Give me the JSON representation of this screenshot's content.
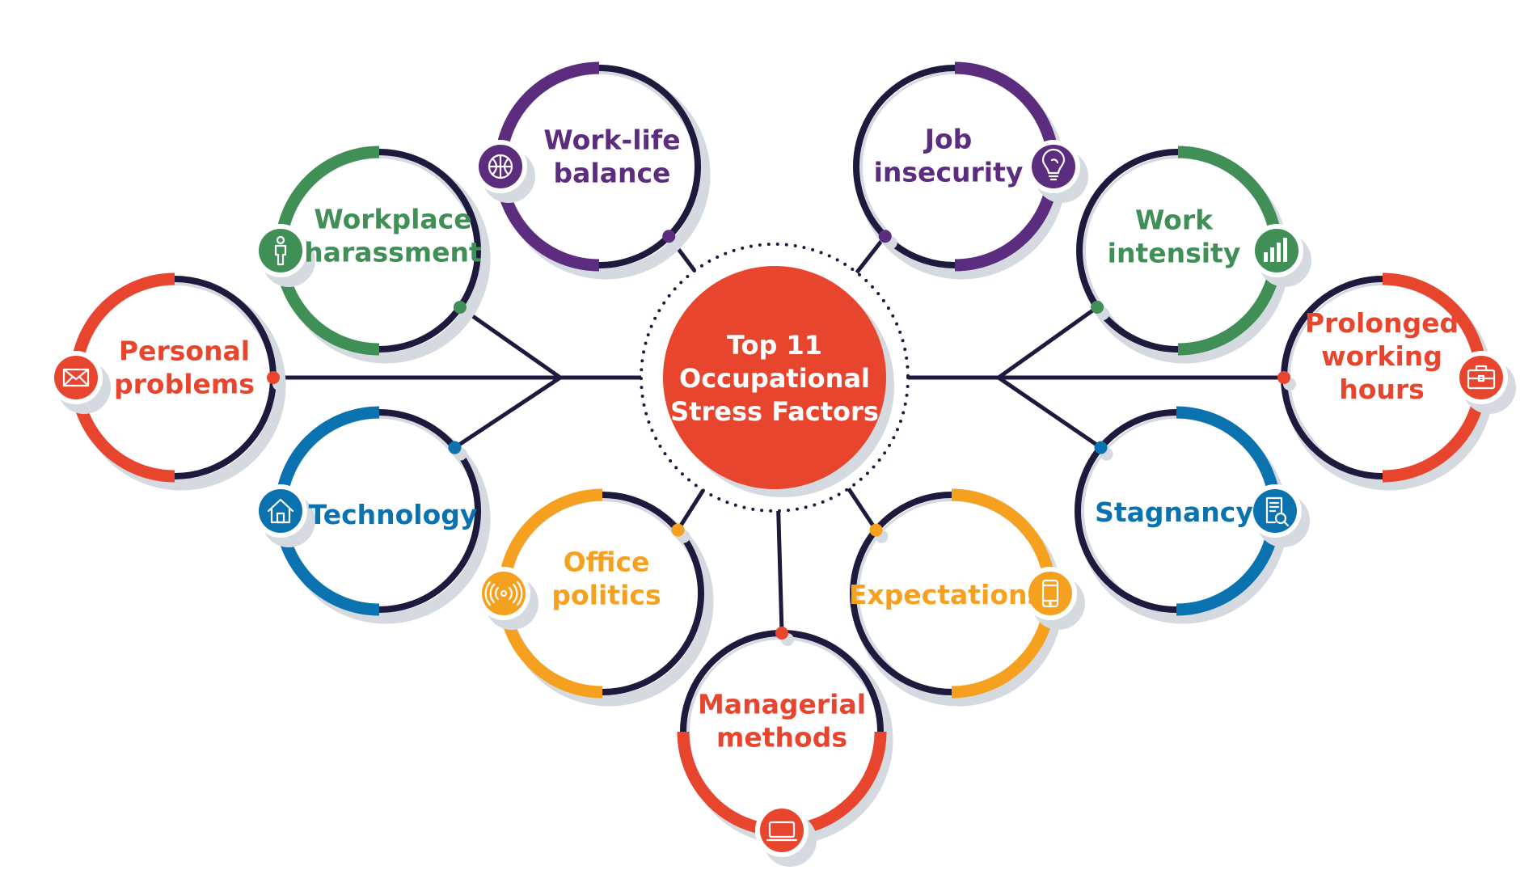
{
  "center": {
    "lines": [
      "Top 11",
      "Occupational",
      "Stress Factors"
    ],
    "color": "#e8452f"
  },
  "palette": {
    "dark": "#1e1a3e",
    "shadow": "#d4dae0",
    "purple": "#5c2d7e",
    "green": "#3f8f56",
    "red": "#e8452f",
    "blue": "#0b72b0",
    "orange": "#f5a11f"
  },
  "nodes": [
    {
      "id": "work-life-balance",
      "lines": [
        "Work-life",
        "balance"
      ],
      "color": "purple",
      "icon": "globe-icon"
    },
    {
      "id": "workplace-harassment",
      "lines": [
        "Workplace",
        "harassment"
      ],
      "color": "green",
      "icon": "person-icon"
    },
    {
      "id": "personal-problems",
      "lines": [
        "Personal",
        "problems"
      ],
      "color": "red",
      "icon": "envelope-icon"
    },
    {
      "id": "technology",
      "lines": [
        "Technology"
      ],
      "color": "blue",
      "icon": "home-icon"
    },
    {
      "id": "office-politics",
      "lines": [
        "Office",
        "politics"
      ],
      "color": "orange",
      "icon": "broadcast-icon"
    },
    {
      "id": "managerial-methods",
      "lines": [
        "Managerial",
        "methods"
      ],
      "color": "red",
      "icon": "laptop-icon"
    },
    {
      "id": "expectations",
      "lines": [
        "Expectations"
      ],
      "color": "orange",
      "icon": "phone-icon"
    },
    {
      "id": "stagnancy",
      "lines": [
        "Stagnancy"
      ],
      "color": "blue",
      "icon": "document-search-icon"
    },
    {
      "id": "prolonged-working-hours",
      "lines": [
        "Prolonged",
        "working",
        "hours"
      ],
      "color": "red",
      "icon": "briefcase-icon"
    },
    {
      "id": "work-intensity",
      "lines": [
        "Work",
        "intensity"
      ],
      "color": "green",
      "icon": "bar-chart-icon"
    },
    {
      "id": "job-insecurity",
      "lines": [
        "Job",
        "insecurity"
      ],
      "color": "purple",
      "icon": "lightbulb-icon"
    }
  ]
}
